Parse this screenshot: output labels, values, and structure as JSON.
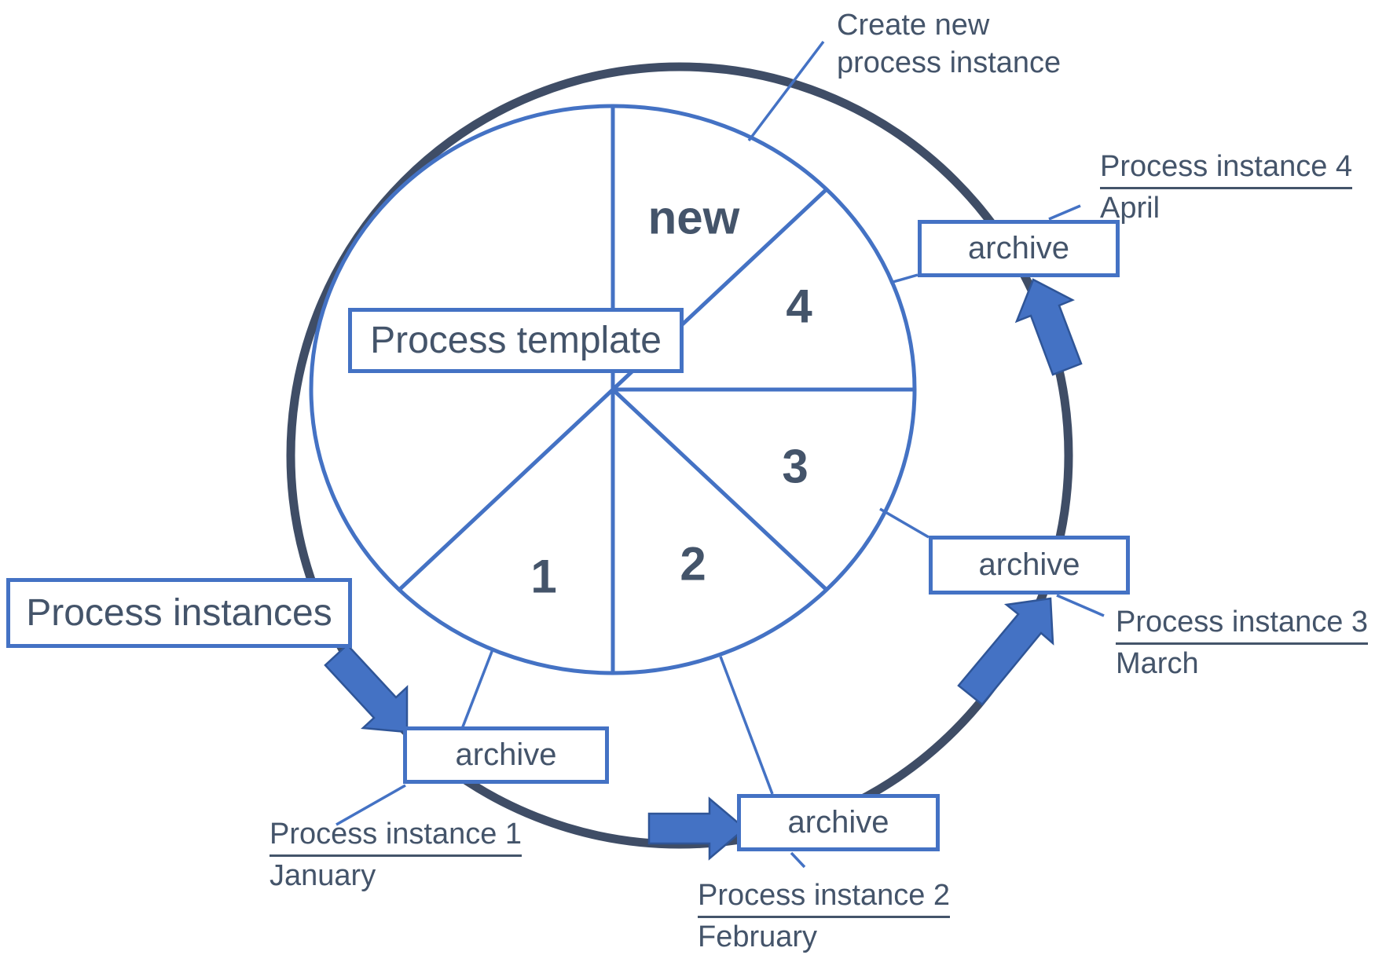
{
  "note": {
    "line1": "Create new",
    "line2": "process instance"
  },
  "pie": {
    "template_label": "Process template",
    "slices": [
      {
        "label": "new"
      },
      {
        "label": "4"
      },
      {
        "label": "3"
      },
      {
        "label": "2"
      },
      {
        "label": "1"
      }
    ]
  },
  "process_instances_label": "Process instances",
  "archive_boxes": [
    {
      "id": "january",
      "label": "archive"
    },
    {
      "id": "february",
      "label": "archive"
    },
    {
      "id": "march",
      "label": "archive"
    },
    {
      "id": "april",
      "label": "archive"
    }
  ],
  "instances": [
    {
      "name": "Process instance 1",
      "month": "January"
    },
    {
      "name": "Process instance 2",
      "month": "February"
    },
    {
      "name": "Process instance 3",
      "month": "March"
    },
    {
      "name": "Process instance 4",
      "month": "April"
    }
  ],
  "colors": {
    "accent_blue": "#4472C4",
    "arrow_border_blue": "#2F5597",
    "outer_ring_navy": "#3F4D66",
    "text_slate": "#44546A"
  }
}
